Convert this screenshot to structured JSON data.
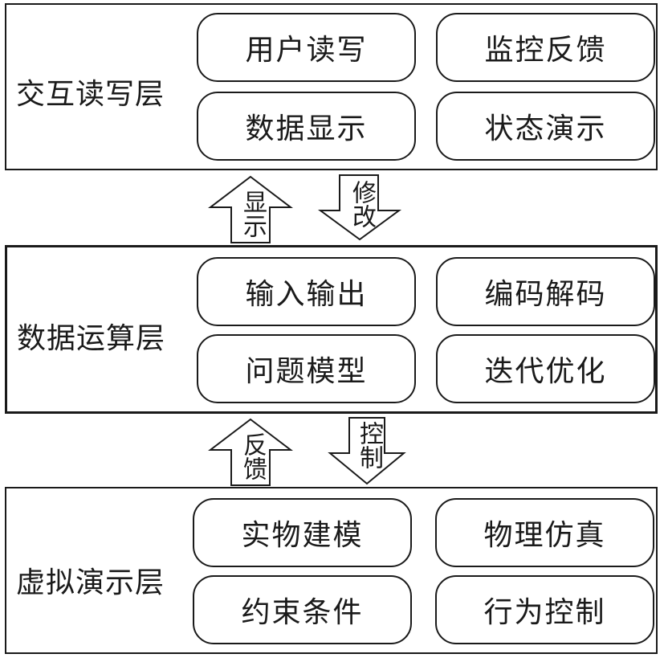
{
  "layers": [
    {
      "label": "交互读写层",
      "modules": [
        "用户读写",
        "监控反馈",
        "数据显示",
        "状态演示"
      ]
    },
    {
      "label": "数据运算层",
      "modules": [
        "输入输出",
        "编码解码",
        "问题模型",
        "迭代优化"
      ]
    },
    {
      "label": "虚拟演示层",
      "modules": [
        "实物建模",
        "物理仿真",
        "约束条件",
        "行为控制"
      ]
    }
  ],
  "arrows": {
    "top_up": "显示",
    "top_down": "修改",
    "bottom_up": "反馈",
    "bottom_down": "控制"
  }
}
